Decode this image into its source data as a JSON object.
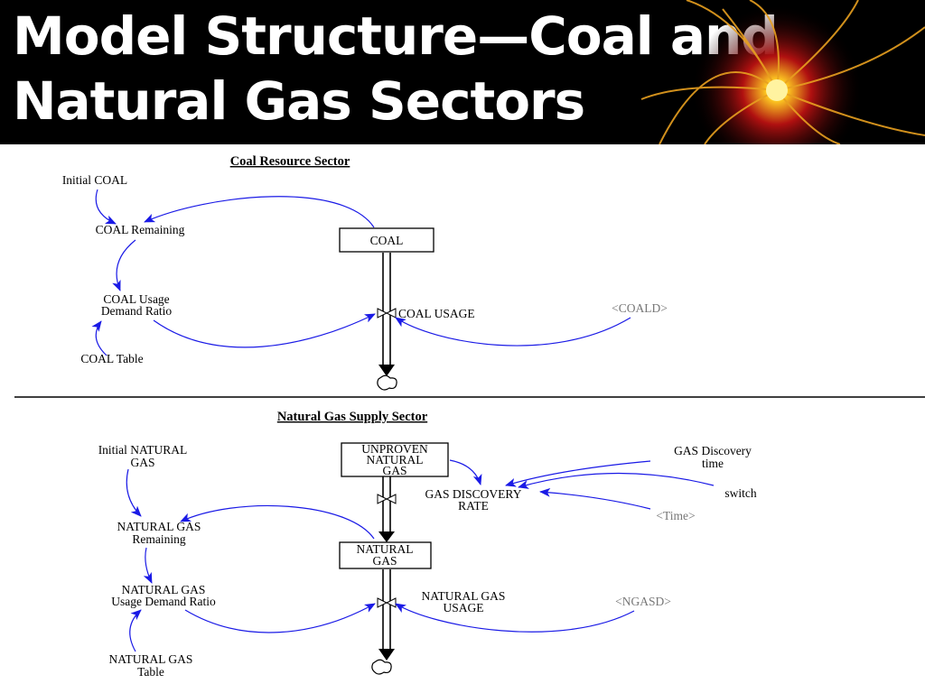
{
  "slide": {
    "title_line1": "Model Structure—Coal and",
    "title_line2": "Natural Gas Sectors"
  },
  "colors": {
    "header_bg": "#000000",
    "title_text": "#ffffff",
    "link_arrow": "#1a1ae6",
    "shadow_variable": "#777777"
  },
  "coal_sector": {
    "heading": "Coal Resource Sector",
    "initial_coal": "Initial COAL",
    "coal_remaining": "COAL Remaining",
    "coal_stock": "COAL",
    "usage_ratio_line1": "COAL Usage",
    "usage_ratio_line2": "Demand Ratio",
    "coal_usage": "COAL USAGE",
    "coald": "<COALD>",
    "coal_table": "COAL Table"
  },
  "gas_sector": {
    "heading": "Natural Gas Supply Sector",
    "initial_gas_line1": "Initial NATURAL",
    "initial_gas_line2": "GAS",
    "unproven_line1": "UNPROVEN",
    "unproven_line2": "NATURAL",
    "unproven_line3": "GAS",
    "discovery_time_line1": "GAS Discovery",
    "discovery_time_line2": "time",
    "discovery_rate_line1": "GAS DISCOVERY",
    "discovery_rate_line2": "RATE",
    "switch": "switch",
    "time": "<Time>",
    "remaining_line1": "NATURAL GAS",
    "remaining_line2": "Remaining",
    "stock_line1": "NATURAL",
    "stock_line2": "GAS",
    "usage_ratio_line1": "NATURAL GAS",
    "usage_ratio_line2": "Usage Demand Ratio",
    "usage_line1": "NATURAL GAS",
    "usage_line2": "USAGE",
    "ngasd": "<NGASD>",
    "table_line1": "NATURAL GAS",
    "table_line2": "Table"
  }
}
